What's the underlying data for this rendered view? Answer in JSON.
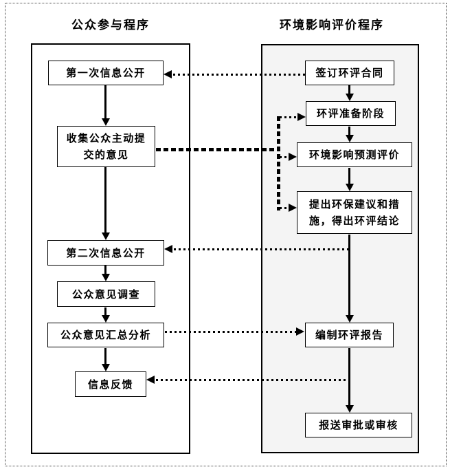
{
  "titles": {
    "left": "公众参与程序",
    "right": "环境影响评价程序"
  },
  "colors": {
    "line": "#000000",
    "panel_bg": "#f4f4f4",
    "box_bg": "#ffffff",
    "page_bg": "#ffffff"
  },
  "nodes": {
    "l1": {
      "label": "第一次信息公开"
    },
    "l2": {
      "label": "收集公众主动提\n交的意见"
    },
    "l3": {
      "label": "第二次信息公开"
    },
    "l4": {
      "label": "公众意见调查"
    },
    "l5": {
      "label": "公众意见汇总分析"
    },
    "l6": {
      "label": "信息反馈"
    },
    "r1": {
      "label": "签订环评合同"
    },
    "r2": {
      "label": "环评准备阶段"
    },
    "r3": {
      "label": "环境影响预测评价"
    },
    "r4": {
      "label": "提出环保建议和措\n施，得出环评结论"
    },
    "r5": {
      "label": "编制环评报告"
    },
    "r6": {
      "label": "报送审批或审核"
    }
  },
  "connections": [
    {
      "from": "l1",
      "to": "l2",
      "style": "solid-arrow"
    },
    {
      "from": "l2",
      "to": "l3",
      "style": "solid-arrow"
    },
    {
      "from": "l3",
      "to": "l4",
      "style": "solid-arrow"
    },
    {
      "from": "l4",
      "to": "l5",
      "style": "solid-arrow"
    },
    {
      "from": "l5",
      "to": "l6",
      "style": "solid-arrow"
    },
    {
      "from": "r1",
      "to": "r2",
      "style": "solid-arrow"
    },
    {
      "from": "r2",
      "to": "r3",
      "style": "solid-arrow"
    },
    {
      "from": "r3",
      "to": "r4",
      "style": "solid-arrow"
    },
    {
      "from": "r4",
      "to": "r5",
      "style": "solid-arrow"
    },
    {
      "from": "r5",
      "to": "r6",
      "style": "solid-arrow"
    },
    {
      "from": "r1",
      "to": "l1",
      "style": "dotted-arrow"
    },
    {
      "from": "r4-r5-line",
      "to": "l3",
      "style": "dotted-arrow"
    },
    {
      "from": "l5",
      "to": "r5",
      "style": "dotted-arrow"
    },
    {
      "from": "r5-r6-line",
      "to": "l6",
      "style": "dotted-arrow"
    },
    {
      "from": "l2",
      "to": "r2",
      "style": "dashed-arrow"
    },
    {
      "from": "l2",
      "to": "r3",
      "style": "dashed-arrow"
    },
    {
      "from": "l2",
      "to": "r4",
      "style": "dashed-arrow"
    }
  ]
}
